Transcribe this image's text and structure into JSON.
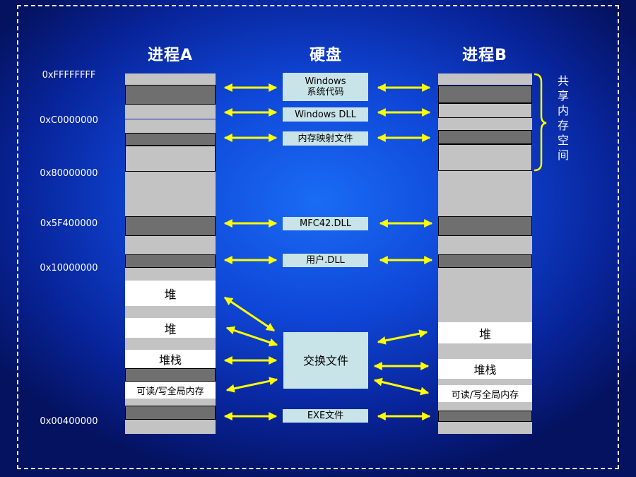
{
  "headings": {
    "process_a": "进程A",
    "disk": "硬盘",
    "process_b": "进程B"
  },
  "addresses": [
    "0xFFFFFFFF",
    "0xC0000000",
    "0x80000000",
    "0x5F400000",
    "0x10000000",
    "0x00400000"
  ],
  "disk_items": {
    "windows_line1": "Windows",
    "windows_line2": "系统代码",
    "windows_dll": "Windows DLL",
    "mmap_file": "内存映射文件",
    "mfc42": "MFC42.DLL",
    "user_dll": "用户.DLL",
    "swap_file": "交换文件",
    "exe_file": "EXE文件"
  },
  "process_a_labels": {
    "heap1": "堆",
    "heap2": "堆",
    "stack": "堆栈",
    "rw_global": "可读/写全局内存"
  },
  "process_b_labels": {
    "heap": "堆",
    "stack": "堆栈",
    "rw_global": "可读/写全局内存"
  },
  "shared_label": "共享内存空间",
  "colors": {
    "arrow": "#ffff00",
    "segment_dark": "#6f6f6f",
    "segment_light": "#c3c3c3",
    "disk_box": "#c8e4e8",
    "bracket": "#ffff00"
  }
}
